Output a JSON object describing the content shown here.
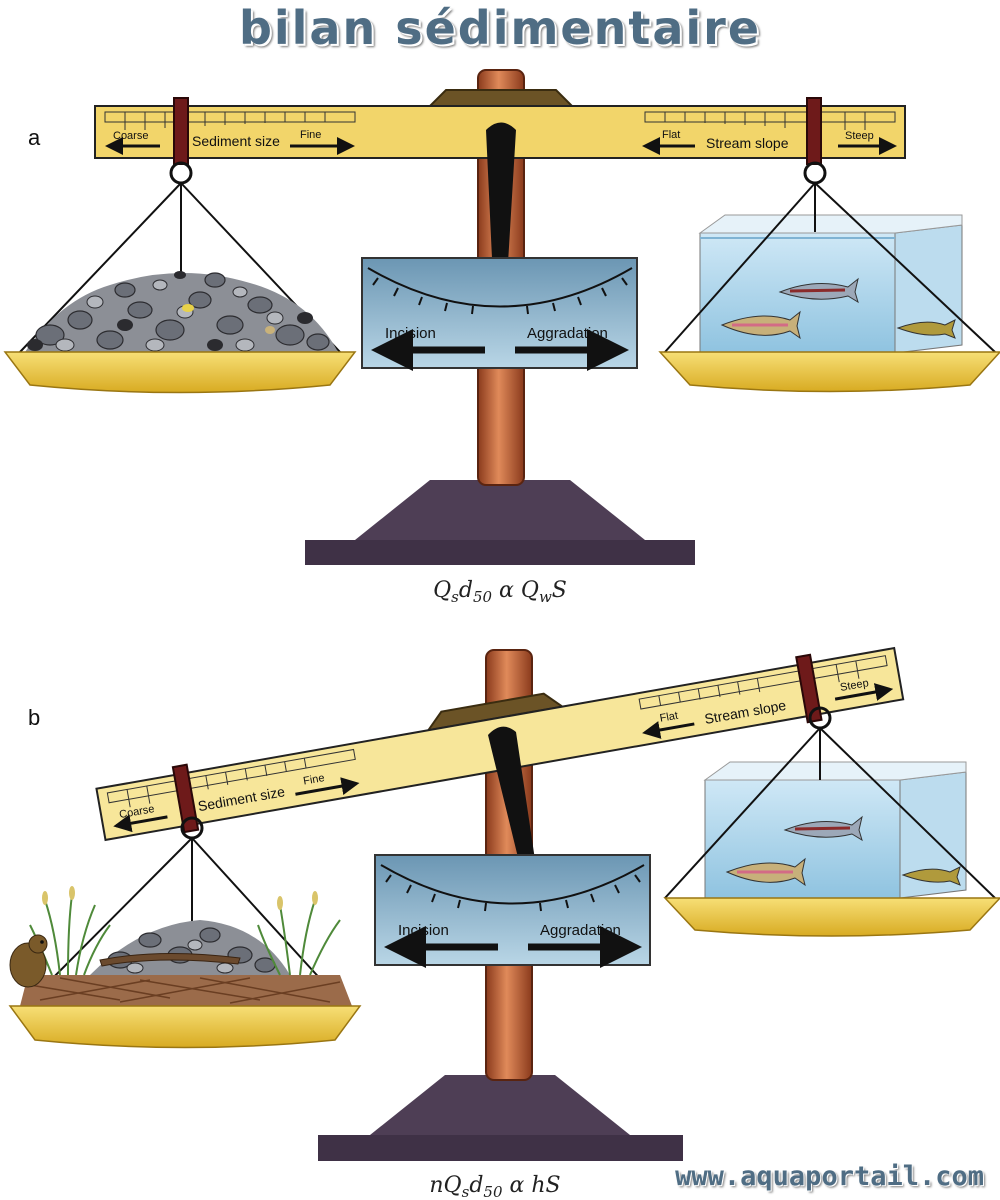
{
  "title": "bilan sédimentaire",
  "watermark": "www.aquaportail.com",
  "panels": [
    {
      "letter": "a",
      "beam_left": {
        "left": "Coarse",
        "center": "Sediment size",
        "right": "Fine"
      },
      "beam_right": {
        "left": "Flat",
        "center": "Stream slope",
        "right": "Steep"
      },
      "dial": {
        "left": "Incision",
        "right": "Aggradation"
      },
      "equation": {
        "p1": "Q",
        "s1": "s",
        "p2": "d",
        "s2": "50",
        "op": " α ",
        "p3": "Q",
        "s3": "w",
        "p4": "S"
      }
    },
    {
      "letter": "b",
      "beam_left": {
        "left": "Coarse",
        "center": "Sediment size",
        "right": "Fine"
      },
      "beam_right": {
        "left": "Flat",
        "center": "Stream slope",
        "right": "Steep"
      },
      "dial": {
        "left": "Incision",
        "right": "Aggradation"
      },
      "equation": {
        "p1": "nQ",
        "s1": "s",
        "p2": "d",
        "s2": "50",
        "op": " α ",
        "p3": "hS"
      }
    }
  ],
  "colors": {
    "title": "#4f6d84",
    "beam": "#f2d56a",
    "beam_b": "#f7e69a",
    "pole": "#c0643a",
    "base": "#4e3e55",
    "dial": "#7fa8c0",
    "pan": "#e8c23c",
    "water": "#a8d4ec"
  }
}
